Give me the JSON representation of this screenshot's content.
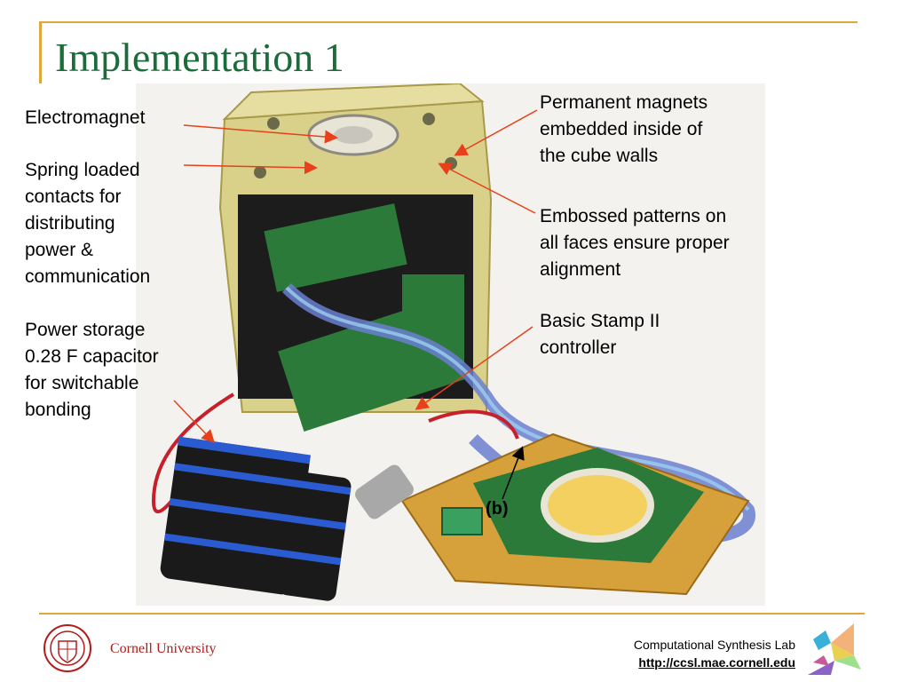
{
  "slide": {
    "title": "Implementation 1"
  },
  "labels": {
    "electromagnet": [
      "Electromagnet"
    ],
    "spring": [
      "Spring loaded",
      "contacts for",
      "distributing",
      "power &",
      "communication"
    ],
    "power": [
      "Power storage",
      "0.28 F capacitor",
      "for switchable",
      "bonding"
    ],
    "magnets": [
      "Permanent magnets",
      "embedded inside of",
      "the cube walls"
    ],
    "embossed": [
      "Embossed patterns on",
      "all faces ensure proper",
      "alignment"
    ],
    "stamp": [
      "Basic Stamp II",
      "controller"
    ]
  },
  "photo_labels": {
    "b": "(b)"
  },
  "footer": {
    "university": "Cornell University",
    "lab_name": "Computational Synthesis Lab",
    "lab_url": "http://ccsl.mae.cornell.edu"
  },
  "colors": {
    "title": "#1c6b3a",
    "accent_rule": "#e0a838",
    "arrow": "#e8401a",
    "cornell_red": "#b31b1b"
  }
}
